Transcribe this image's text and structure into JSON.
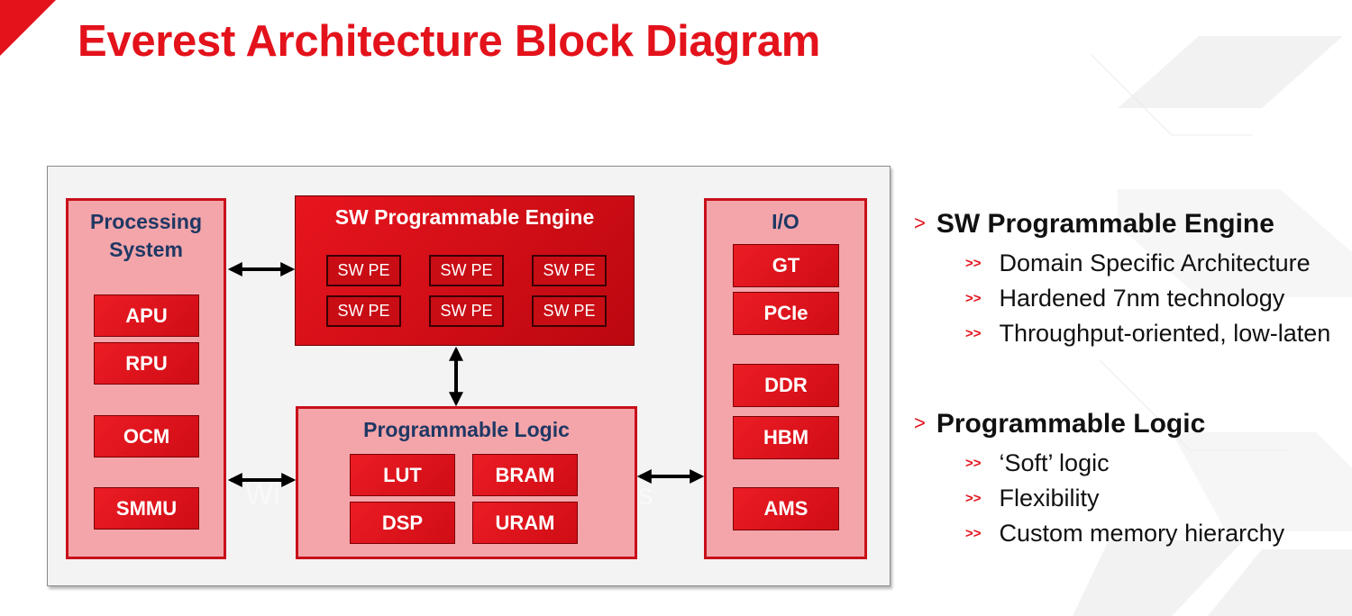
{
  "title": "Everest Architecture Block Diagram",
  "diagram": {
    "processing_system": {
      "title": "Processing System",
      "blocks": [
        "APU",
        "RPU",
        "OCM",
        "SMMU"
      ]
    },
    "sw_engine": {
      "title": "SW Programmable Engine",
      "pe_label": "SW PE",
      "pe_count": 6
    },
    "programmable_logic": {
      "title": "Programmable Logic",
      "blocks": [
        "LUT",
        "BRAM",
        "DSP",
        "URAM"
      ],
      "watermark_left": "Wi",
      "watermark_right": "s"
    },
    "io": {
      "title": "I/O",
      "blocks": [
        "GT",
        "PCIe",
        "DDR",
        "HBM",
        "AMS"
      ]
    }
  },
  "bullets": [
    {
      "heading": "SW Programmable Engine",
      "items": [
        "Domain Specific Architecture",
        "Hardened 7nm technology",
        "Throughput-oriented, low-laten"
      ]
    },
    {
      "heading": "Programmable Logic",
      "items": [
        "‘Soft’ logic",
        "Flexibility",
        "Custom memory hierarchy"
      ]
    }
  ],
  "markers": {
    "heading": ">",
    "item": ">>"
  },
  "colors": {
    "brand_red": "#e3121b",
    "box_fill": "#f4a5aa",
    "title_navy": "#1f3864"
  }
}
